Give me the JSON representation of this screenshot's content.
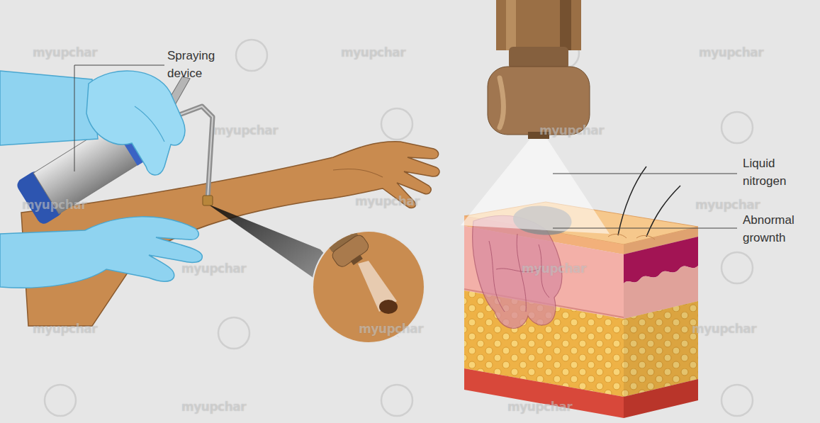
{
  "diagram": {
    "labels": [
      "Spraying device",
      "Liquid nitrogen",
      "Abnormal grownth",
      "myupchar",
      "myupchar",
      "myupchar",
      "myupchar",
      "myupchar",
      "myupchar",
      "myupchar",
      "myupchar",
      "myupchar",
      "myupchar",
      "myupchar",
      "myupchar",
      "myupchar",
      "myupchar",
      "myupchar"
    ]
  }
}
